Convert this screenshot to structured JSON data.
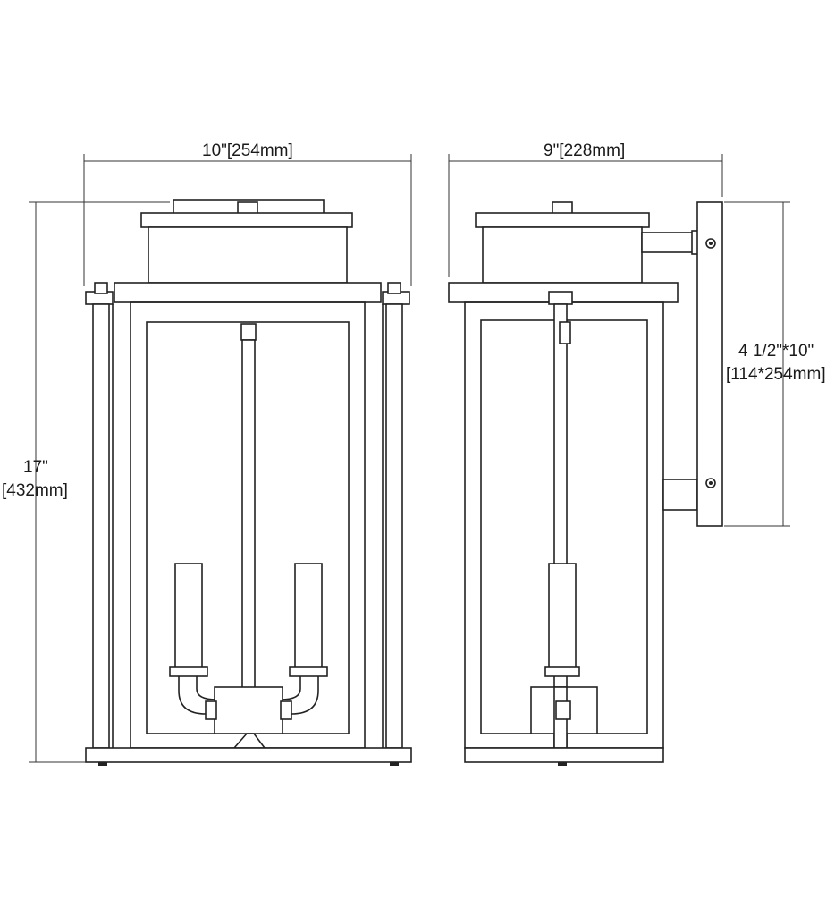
{
  "dimensions": {
    "front_width": "10\"[254mm]",
    "side_depth": "9\"[228mm]",
    "height_in": "17\"",
    "height_mm": "[432mm]",
    "backplate_in": "4 1/2\"*10\"",
    "backplate_mm": "[114*254mm]"
  }
}
